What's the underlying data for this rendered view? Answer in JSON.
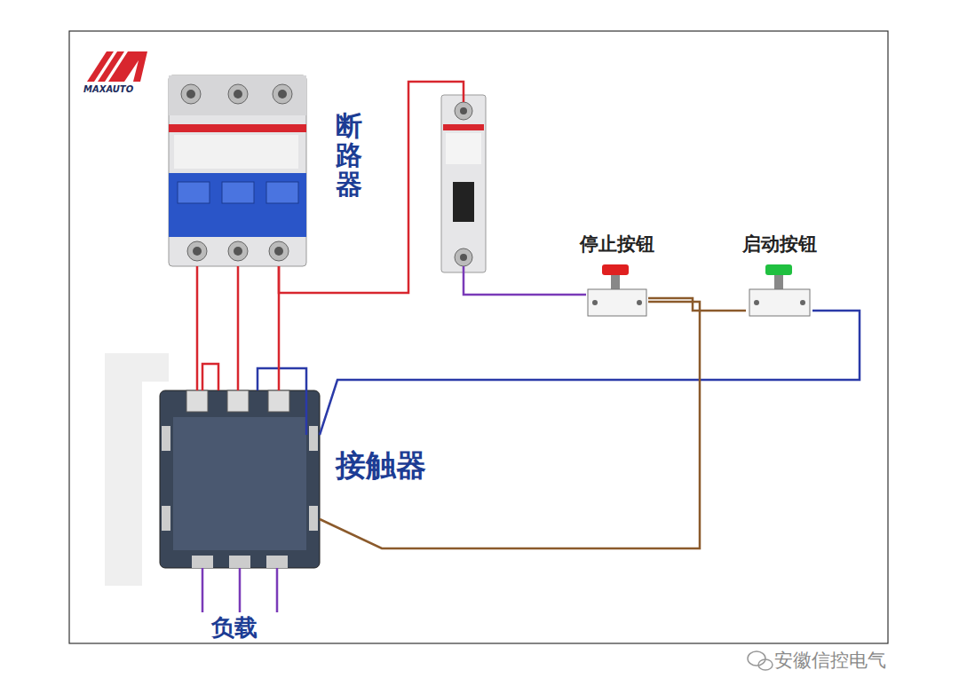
{
  "diagram": {
    "nodes": [
      {
        "text": [
          "断路器"
        ]
      },
      {
        "text": [
          "停止按钮"
        ]
      },
      {
        "text": [
          "启动按钮"
        ]
      },
      {
        "text": [
          "接触器"
        ]
      }
    ],
    "edges": [
      {
        "from": 0,
        "to": 3,
        "arrow": "none"
      },
      {
        "from": 0,
        "to": 1,
        "arrow": "none"
      },
      {
        "from": 1,
        "to": 2,
        "arrow": "none"
      },
      {
        "from": 2,
        "to": 3,
        "arrow": "none"
      },
      {
        "from": 1,
        "to": 3,
        "arrow": "none"
      }
    ],
    "labels": [
      "MAXAUTO",
      "负载",
      "安徽信控电气"
    ]
  }
}
